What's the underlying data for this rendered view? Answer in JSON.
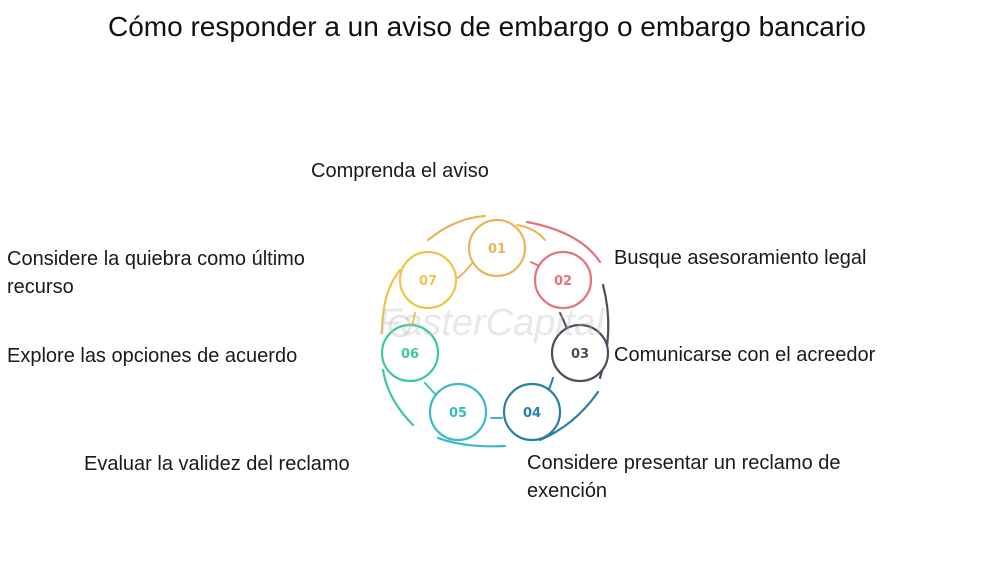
{
  "title": "Cómo responder a un aviso de embargo o embargo bancario",
  "watermark": "FasterCapital",
  "steps": [
    {
      "number": "01",
      "label": "Comprenda el aviso",
      "color": "#eab45a"
    },
    {
      "number": "02",
      "label": "Busque asesoramiento legal",
      "color": "#e8727a"
    },
    {
      "number": "03",
      "label": "Comunicarse con el acreedor",
      "color": "#4a4e5a"
    },
    {
      "number": "04",
      "label": "Considere presentar un reclamo de exención",
      "color": "#2a7fa6"
    },
    {
      "number": "05",
      "label": "Evaluar la validez del reclamo",
      "color": "#3db8c8"
    },
    {
      "number": "06",
      "label": "Explore las opciones de acuerdo",
      "color": "#3ec79a"
    },
    {
      "number": "07",
      "label": "Considere la quiebra como último recurso",
      "color": "#f0c24e"
    }
  ]
}
